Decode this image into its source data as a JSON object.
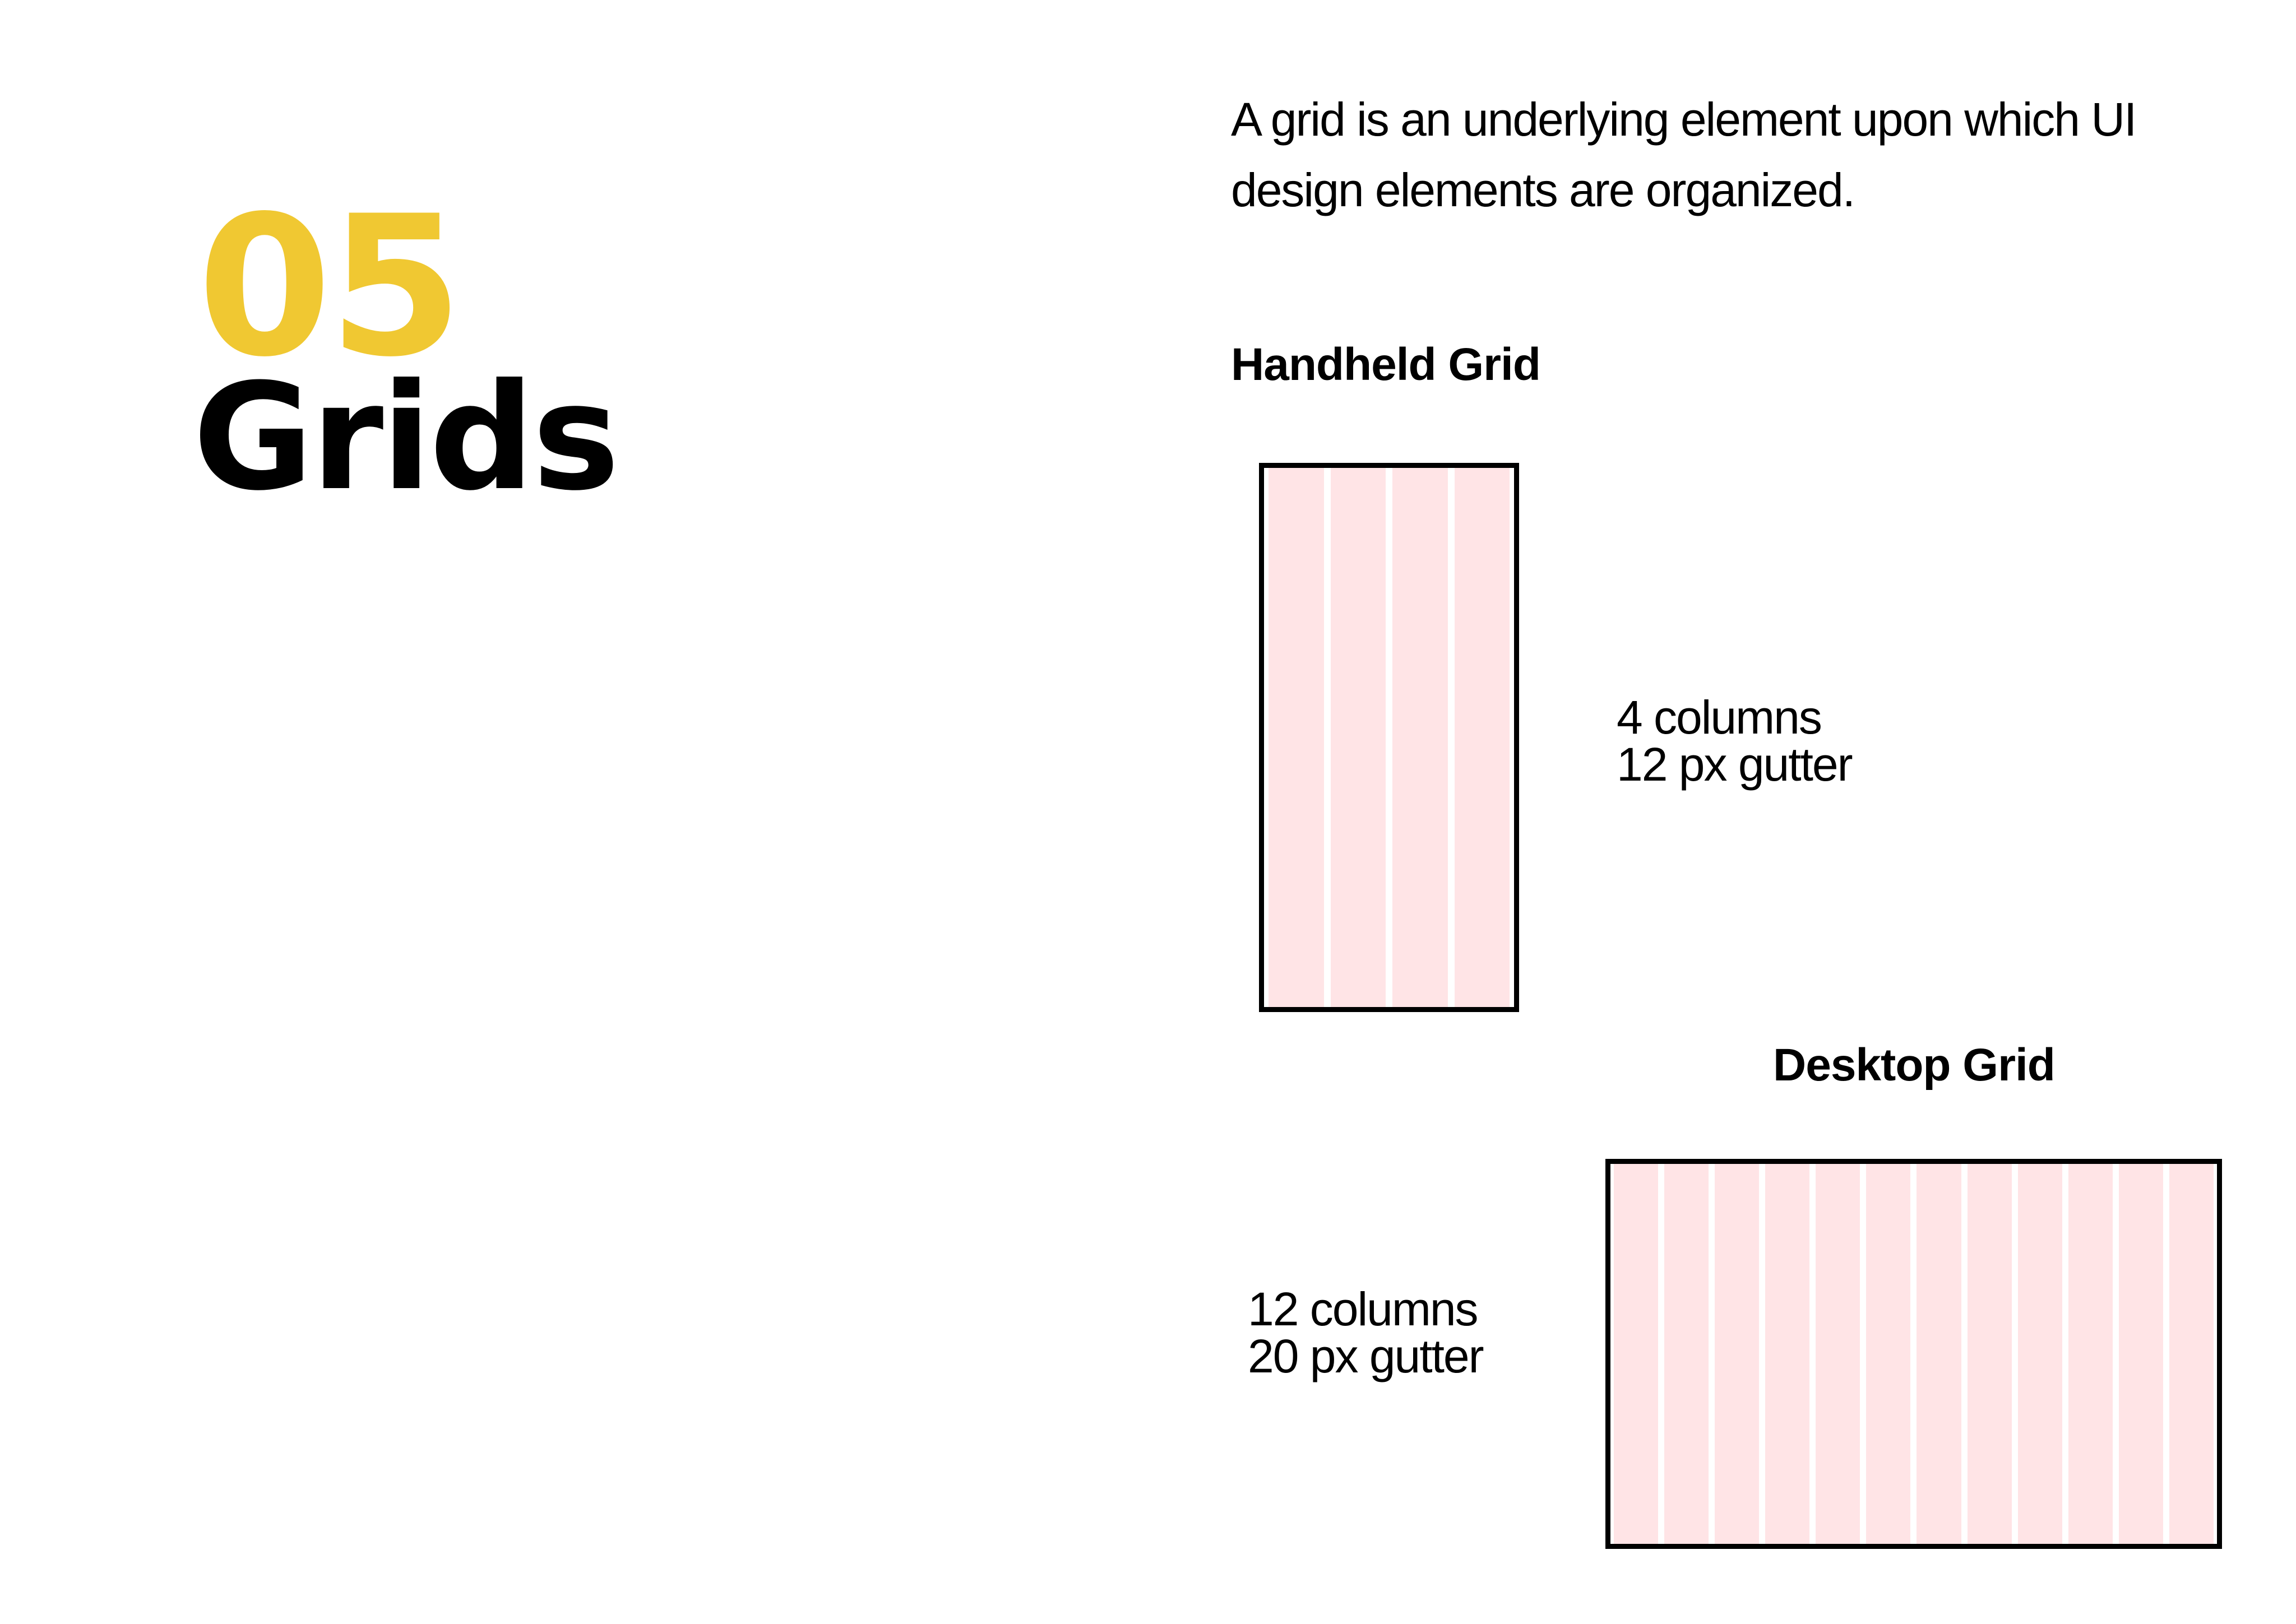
{
  "section": {
    "number": "05",
    "title": "Grids",
    "number_color": "#F0C832"
  },
  "intro": "A grid is an underlying element upon which UI design elements are organized.",
  "handheld": {
    "heading": "Handheld Grid",
    "columns": 4,
    "column_color": "#FFE4E6",
    "spec_line1": "4 columns",
    "spec_line2": "12 px gutter"
  },
  "desktop": {
    "heading": "Desktop Grid",
    "columns": 12,
    "column_color": "#FFE4E6",
    "spec_line1": "12 columns",
    "spec_line2": "20 px gutter"
  }
}
